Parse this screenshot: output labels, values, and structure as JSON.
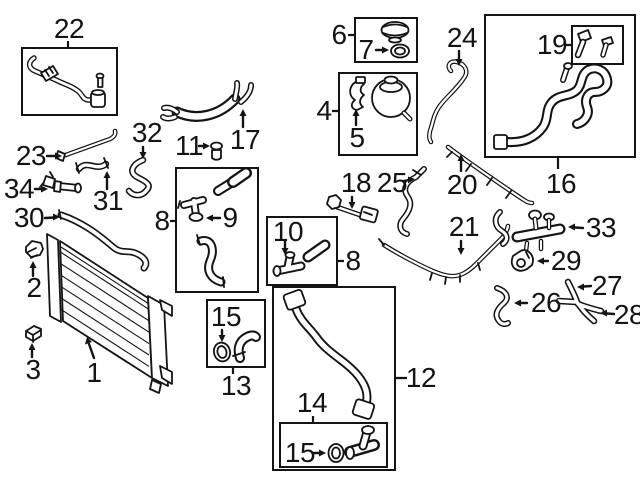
{
  "page": {
    "background": "#ffffff",
    "ink": "#141414"
  },
  "callouts": {
    "n1": "1",
    "n2": "2",
    "n3": "3",
    "n4": "4",
    "n5": "5",
    "n6": "6",
    "n7": "7",
    "n8a": "8",
    "n8b": "8",
    "n9": "9",
    "n10": "10",
    "n11": "11",
    "n12": "12",
    "n13": "13",
    "n14": "14",
    "n15a": "15",
    "n15b": "15",
    "n16": "16",
    "n17": "17",
    "n18": "18",
    "n19": "19",
    "n20": "20",
    "n21": "21",
    "n22": "22",
    "n23": "23",
    "n24": "24",
    "n25": "25",
    "n26": "26",
    "n27": "27",
    "n28": "28",
    "n29": "29",
    "n30": "30",
    "n31": "31",
    "n32": "32",
    "n33": "33",
    "n34": "34"
  },
  "icons": {
    "radiator-drawing": "radiator core with side tanks",
    "reservoir-drawing": "coolant expansion tank",
    "cap-drawing": "reservoir cap with o-ring",
    "hose-drawings": "coolant hoses and pipes",
    "fitting-drawings": "tee and elbow connectors with o-rings",
    "sensor-drawing": "coolant temperature sensor",
    "clip-drawings": "radiator mount clips",
    "bolt-drawing": "small fastener bolt",
    "plug-drawings": "sensor plugs"
  }
}
